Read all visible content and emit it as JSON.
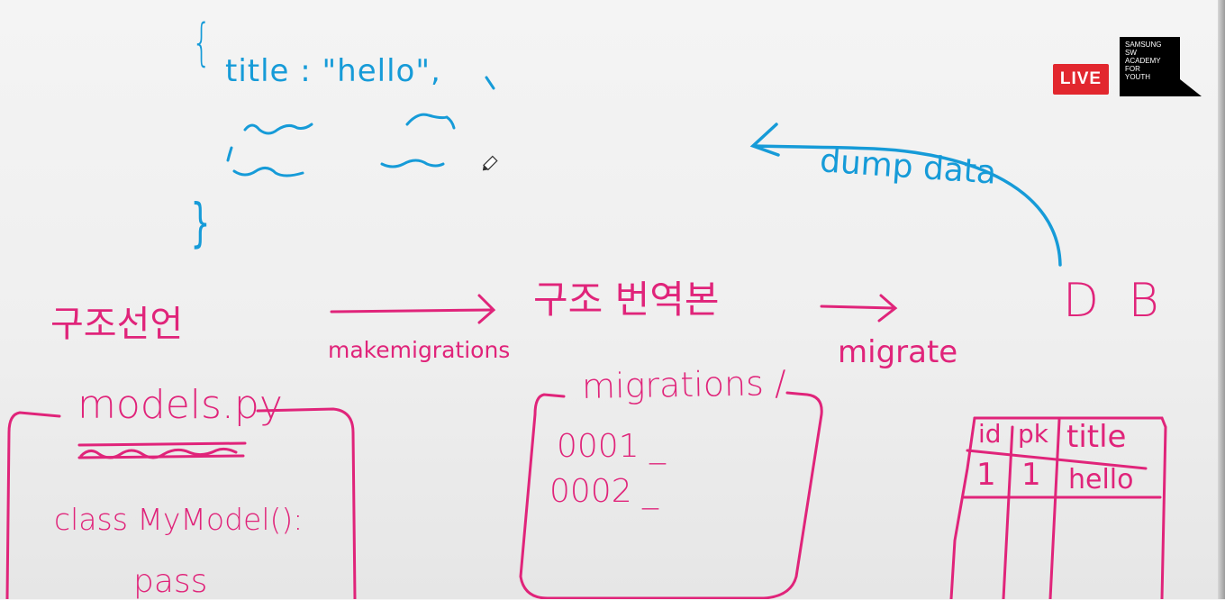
{
  "badges": {
    "live": "LIVE"
  },
  "logo": {
    "lines": [
      "SAMSUNG",
      "SW",
      "ACADEMY",
      "FOR",
      "YOUTH"
    ]
  },
  "board": {
    "json_example": {
      "brace_open": "{",
      "line1": "title : \"hello\",",
      "brace_close": "}"
    },
    "arrow_label": "dump data",
    "db": "D B",
    "stages": {
      "declare": "구조선언",
      "translation": "구조 번역본"
    },
    "commands": {
      "makemigrations": "makemigrations",
      "migrate": "migrate"
    },
    "models_box": {
      "title": "models.py",
      "code_line1": "class  MyModel():",
      "code_line2": "pass"
    },
    "migrations_box": {
      "title": "migrations /",
      "files": [
        "0001 _",
        "0002 _"
      ]
    },
    "db_table": {
      "headers": [
        "id",
        "pk",
        "title"
      ],
      "row": [
        "1",
        "1",
        "hello"
      ]
    }
  },
  "colors": {
    "blue_ink": "#169bd8",
    "pink_ink": "#e0247a",
    "live_red": "#e2272e"
  },
  "icons": [
    "pencil-cursor-icon"
  ]
}
